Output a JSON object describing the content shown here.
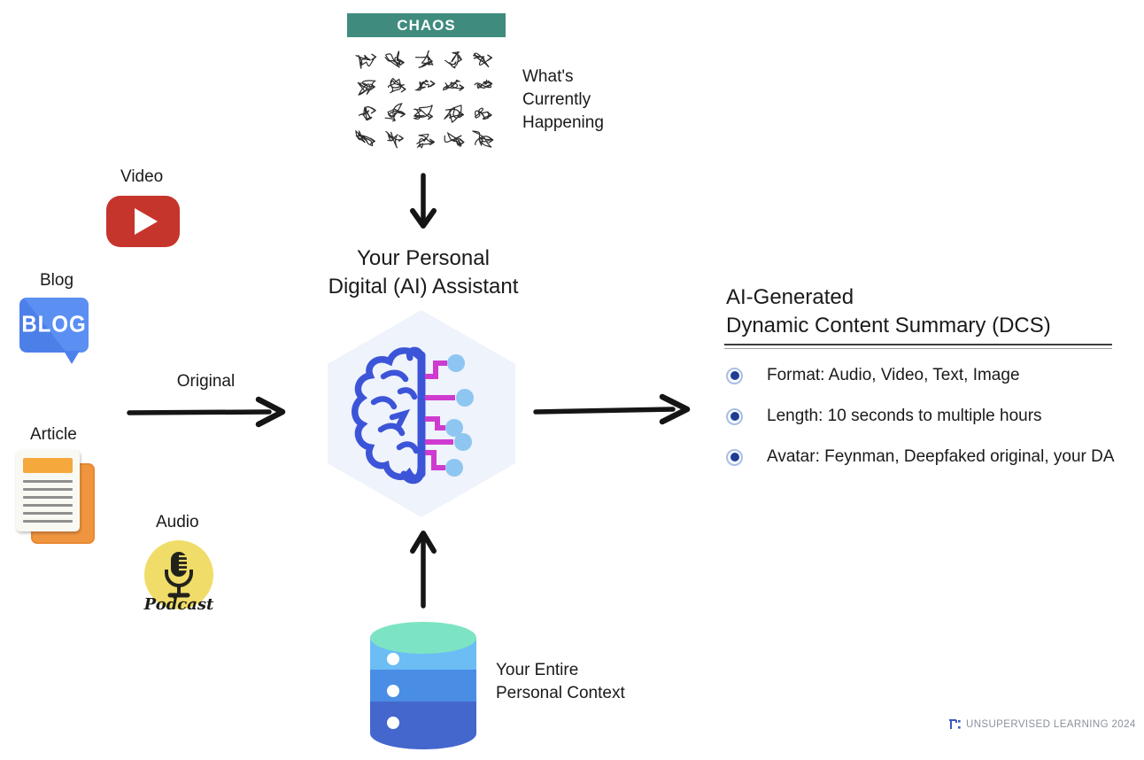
{
  "chaos": {
    "banner": "CHAOS",
    "caption_lines": [
      "What's",
      "Currently",
      "Happening"
    ]
  },
  "sources": {
    "video": {
      "label": "Video",
      "icon": "youtube-play-icon"
    },
    "blog": {
      "label": "Blog",
      "badge": "BLOG",
      "icon": "blog-speech-bubble-icon"
    },
    "article": {
      "label": "Article",
      "icon": "stacked-documents-icon"
    },
    "audio": {
      "label": "Audio",
      "badge": "Podcast",
      "icon": "podcast-microphone-icon"
    }
  },
  "flow": {
    "original_label": "Original"
  },
  "assistant": {
    "title_lines": [
      "Your Personal",
      "Digital (AI) Assistant"
    ],
    "icon": "ai-brain-circuit-icon"
  },
  "summary": {
    "title_lines": [
      "AI-Generated",
      "Dynamic Content Summary (DCS)"
    ],
    "bullets": [
      "Format: Audio, Video, Text, Image",
      "Length: 10 seconds to multiple hours",
      "Avatar: Feynman, Deepfaked original, your DA"
    ]
  },
  "context": {
    "caption_lines": [
      "Your Entire",
      "Personal Context"
    ],
    "icon": "database-cylinder-icon"
  },
  "footer": {
    "brand": "UNSUPERVISED LEARNING 2024",
    "logo": "unsupervised-learning-logo"
  },
  "colors": {
    "chaos_banner": "#3f8c7e",
    "youtube_red": "#c5352c",
    "blog_blue": "#5b90f2",
    "podcast_yellow": "#f0dc68",
    "hexagon_bg": "#eff3fb",
    "brain_blue": "#3c55d8",
    "circuit_magenta": "#cf3bd0",
    "node_light_blue": "#8ec6f2",
    "db_top_mint": "#7ce4c4",
    "db_band_light": "#6cbdf4",
    "db_band_mid": "#4a8de4",
    "db_band_dark": "#4467cd",
    "bullet_navy": "#1e3e96",
    "logo_blue": "#3a57c4"
  }
}
